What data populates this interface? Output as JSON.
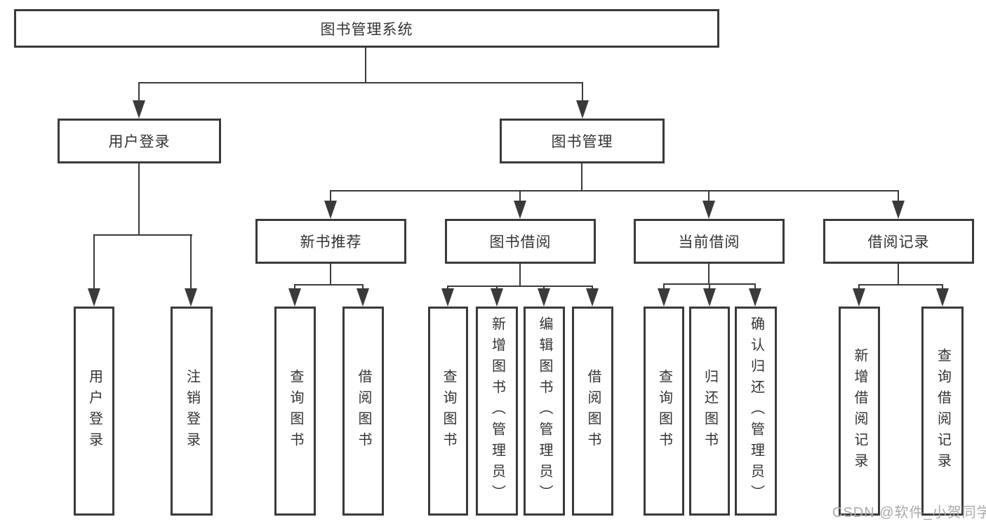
{
  "page": {
    "background": "#ffffff"
  },
  "diagram": {
    "colors": {
      "line": "#3a3a3a",
      "box_border": "#3a3a3a",
      "box_background": "#ffffff",
      "text": "#333333",
      "watermark_text": "#a9a9a9"
    },
    "root": {
      "label": "图书管理系统"
    },
    "branches": [
      {
        "label": "用户登录",
        "children": [
          "用户登录",
          "注销登录"
        ]
      },
      {
        "label": "图书管理",
        "groups": [
          {
            "label": "新书推荐",
            "children": [
              "查询图书",
              "借阅图书"
            ]
          },
          {
            "label": "图书借阅",
            "children": [
              "查询图书",
              "新增图书（管理员）",
              "编辑图书（管理员）",
              "借阅图书"
            ]
          },
          {
            "label": "当前借阅",
            "children": [
              "查询图书",
              "归还图书",
              "确认归还（管理员）"
            ]
          },
          {
            "label": "借阅记录",
            "children": [
              "新增借阅记录",
              "查询借阅记录"
            ]
          }
        ]
      }
    ],
    "watermark": "CSDN @软件_小贺同学"
  }
}
